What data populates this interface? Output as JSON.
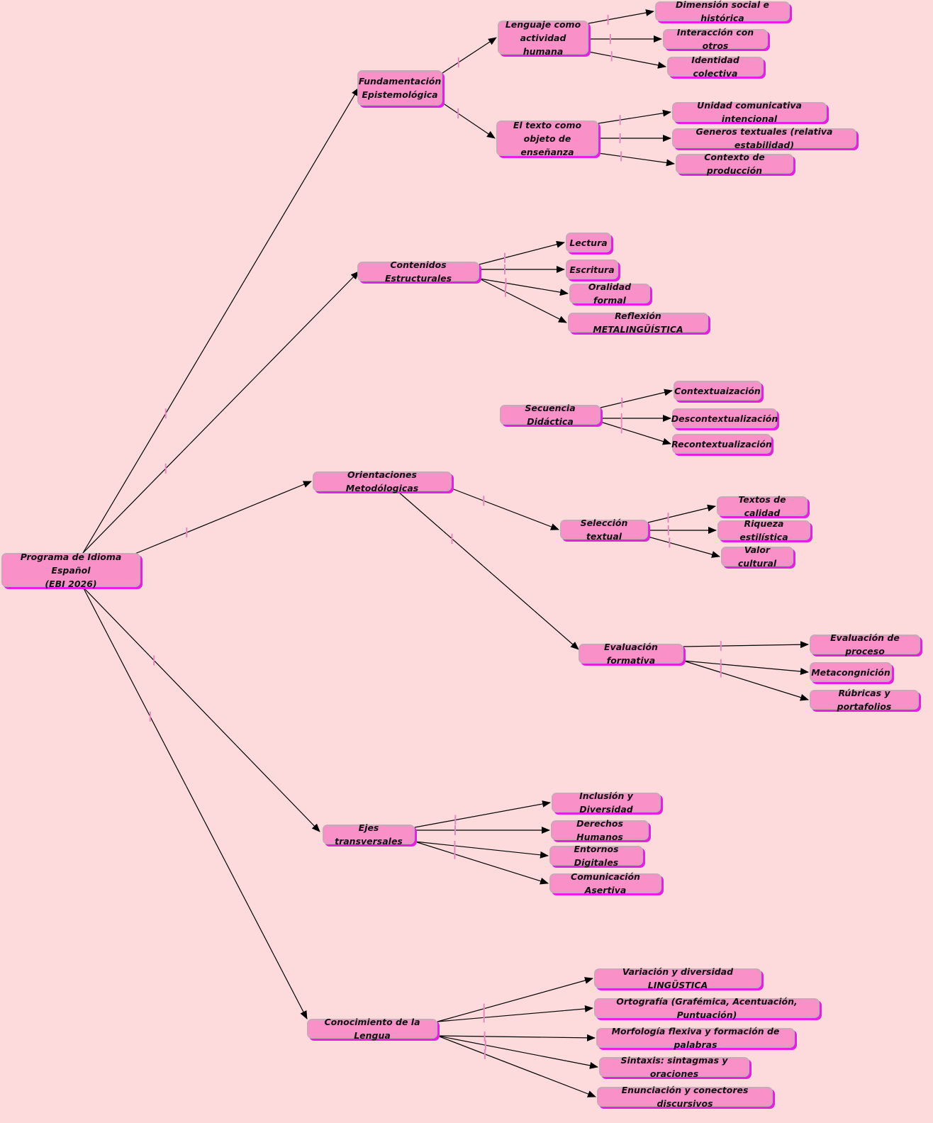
{
  "title": "Programa de Idioma Español (EBI 2026)",
  "colors": {
    "background": "#fddbdc",
    "node_fill": "#f990c8",
    "node_shadow": "#e81ee0",
    "edge": "#000000",
    "tick": "#e58ac0"
  },
  "nodes": [
    {
      "id": "root",
      "label": "Programa de Idioma Español\n(EBI 2026)"
    },
    {
      "id": "fund",
      "label": "Fundamentación\nEpistemológica"
    },
    {
      "id": "lenguaje",
      "label": "Lenguaje como\nactividad humana"
    },
    {
      "id": "dim",
      "label": "Dimensión social e histórica"
    },
    {
      "id": "inter",
      "label": "Interacción con otros"
    },
    {
      "id": "ident",
      "label": "Identidad colectiva"
    },
    {
      "id": "texto",
      "label": "El texto como\nobjeto de enseñanza"
    },
    {
      "id": "unidad",
      "label": "Unidad comunicativa intencional"
    },
    {
      "id": "generos",
      "label": "Generos textuales (relativa estabilidad)"
    },
    {
      "id": "contexto",
      "label": "Contexto de producción"
    },
    {
      "id": "contenidos",
      "label": "Contenidos Estructurales"
    },
    {
      "id": "lectura",
      "label": "Lectura"
    },
    {
      "id": "escritura",
      "label": "Escritura"
    },
    {
      "id": "oralidad",
      "label": "Oralidad formal"
    },
    {
      "id": "reflexion",
      "label": "Reflexión METALINGÜÍSTICA"
    },
    {
      "id": "secuencia",
      "label": "Secuencia Didáctica"
    },
    {
      "id": "contextua",
      "label": "Contextuaización"
    },
    {
      "id": "descont",
      "label": "Descontextualización"
    },
    {
      "id": "recont",
      "label": "Recontextualización"
    },
    {
      "id": "orient",
      "label": "Orientaciones Metodólogicas"
    },
    {
      "id": "seleccion",
      "label": "Selección textual"
    },
    {
      "id": "textos",
      "label": "Textos de calidad"
    },
    {
      "id": "riqueza",
      "label": "Riqueza estilística"
    },
    {
      "id": "valor",
      "label": "Valor cultural"
    },
    {
      "id": "evalform",
      "label": "Evaluación formativa"
    },
    {
      "id": "evalproc",
      "label": "Evaluación de proceso"
    },
    {
      "id": "meta",
      "label": "Metacongnición"
    },
    {
      "id": "rubricas",
      "label": "Rúbricas y portafolios"
    },
    {
      "id": "ejes",
      "label": "Ejes transversales"
    },
    {
      "id": "inclusion",
      "label": "Inclusión y Diversidad"
    },
    {
      "id": "derechos",
      "label": "Derechos Humanos"
    },
    {
      "id": "entornos",
      "label": "Entornos Digitales"
    },
    {
      "id": "comunic",
      "label": "Comunicación Asertiva"
    },
    {
      "id": "conoc",
      "label": "Conocimiento de la Lengua"
    },
    {
      "id": "variacion",
      "label": "Variación y diversidad LINGÜSTICA"
    },
    {
      "id": "ortografia",
      "label": "Ortografía (Grafémica, Acentuación, Puntuación)"
    },
    {
      "id": "morfologia",
      "label": "Morfología flexiva y formación de palabras"
    },
    {
      "id": "sintaxis",
      "label": "Sintaxis: sintagmas y oraciones"
    },
    {
      "id": "enunciacion",
      "label": "Enunciación y conectores discursivos"
    }
  ],
  "edges": [
    [
      "root",
      "fund"
    ],
    [
      "root",
      "contenidos"
    ],
    [
      "root",
      "orient"
    ],
    [
      "root",
      "ejes"
    ],
    [
      "root",
      "conoc"
    ],
    [
      "fund",
      "lenguaje"
    ],
    [
      "fund",
      "texto"
    ],
    [
      "lenguaje",
      "dim"
    ],
    [
      "lenguaje",
      "inter"
    ],
    [
      "lenguaje",
      "ident"
    ],
    [
      "texto",
      "unidad"
    ],
    [
      "texto",
      "generos"
    ],
    [
      "texto",
      "contexto"
    ],
    [
      "contenidos",
      "lectura"
    ],
    [
      "contenidos",
      "escritura"
    ],
    [
      "contenidos",
      "oralidad"
    ],
    [
      "contenidos",
      "reflexion"
    ],
    [
      "secuencia",
      "contextua"
    ],
    [
      "secuencia",
      "descont"
    ],
    [
      "secuencia",
      "recont"
    ],
    [
      "orient",
      "seleccion"
    ],
    [
      "orient",
      "evalform"
    ],
    [
      "seleccion",
      "textos"
    ],
    [
      "seleccion",
      "riqueza"
    ],
    [
      "seleccion",
      "valor"
    ],
    [
      "evalform",
      "evalproc"
    ],
    [
      "evalform",
      "meta"
    ],
    [
      "evalform",
      "rubricas"
    ],
    [
      "ejes",
      "inclusion"
    ],
    [
      "ejes",
      "derechos"
    ],
    [
      "ejes",
      "entornos"
    ],
    [
      "ejes",
      "comunic"
    ],
    [
      "conoc",
      "variacion"
    ],
    [
      "conoc",
      "ortografia"
    ],
    [
      "conoc",
      "morfologia"
    ],
    [
      "conoc",
      "sintaxis"
    ],
    [
      "conoc",
      "enunciacion"
    ]
  ]
}
